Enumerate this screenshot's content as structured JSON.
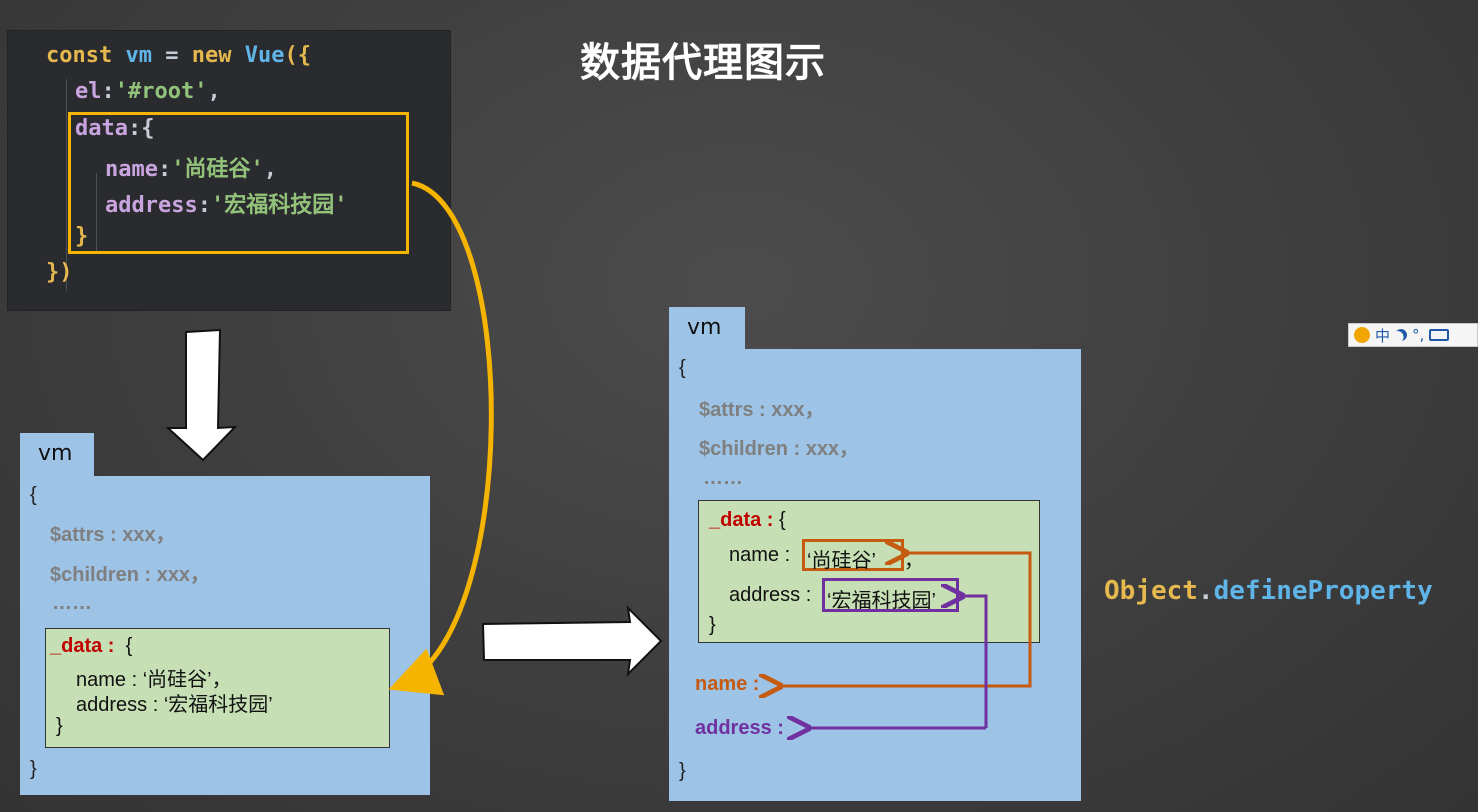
{
  "title": "数据代理图示",
  "code": {
    "line1": {
      "kw": "const",
      "var": "vm",
      "eq": " = ",
      "new": "new",
      "cls": "Vue",
      "open": "({"
    },
    "line2": {
      "prop": "el",
      "colon": ":",
      "str": "'#root'",
      "comma": ","
    },
    "line3": {
      "prop": "data",
      "rest": ":{"
    },
    "line4": {
      "prop": "name",
      "colon": ":",
      "str": "'尚硅谷'",
      "comma": ","
    },
    "line5": {
      "prop": "address",
      "colon": ":",
      "str": "'宏福科技园'"
    },
    "line6": "}",
    "line7": "})"
  },
  "left_vm": {
    "tab": "vm",
    "open_brace": "{",
    "attrs": "$attrs : xxx，",
    "children": "$children : xxx，",
    "ellipsis": "……",
    "data_key": "_data : ",
    "data_open": "{",
    "name_line": "name : ‘尚硅谷’，",
    "address_line": "address : ‘宏福科技园’",
    "data_close": "}",
    "close_brace": "}"
  },
  "right_vm": {
    "tab": "vm",
    "open_brace": "{",
    "attrs": "$attrs : xxx，",
    "children": "$children : xxx，",
    "ellipsis": "……",
    "data_key": "_data : ",
    "data_open": "{",
    "name_label": "name : ",
    "name_value": "‘尚硅谷’",
    "name_comma": "，",
    "address_label": "address : ",
    "address_value": "‘宏福科技园’",
    "data_close": "}",
    "proxy_name": "name :",
    "proxy_address": "address :",
    "close_brace": "}"
  },
  "define_property": {
    "object": "Object",
    "dot": ".",
    "method": "defineProperty"
  },
  "ime": {
    "lang": "中",
    "punct": "°,"
  },
  "colors": {
    "highlight": "#f5b400",
    "orange": "#c55a11",
    "purple": "#7030a0",
    "vm_blue": "#9dc3e6",
    "data_green": "#c6dfb4"
  }
}
